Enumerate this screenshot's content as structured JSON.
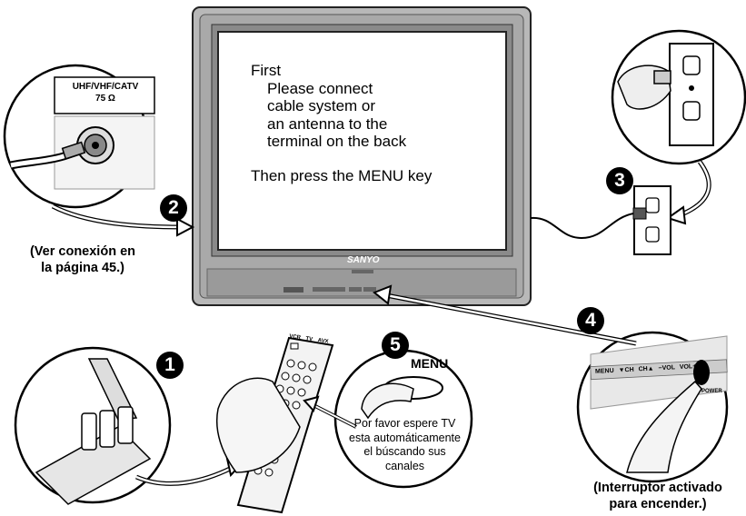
{
  "screen": {
    "line1": "First",
    "line2": "Please connect",
    "line3": "cable system or",
    "line4": "an antenna to the",
    "line5": "terminal on the back",
    "line6": "Then press the MENU key"
  },
  "tv": {
    "brand": "SANYO"
  },
  "antenna": {
    "label": "UHF/VHF/CATV",
    "impedance": "75 Ω"
  },
  "captions": {
    "antenna_note": [
      "(Ver conexión en",
      "la página 45.)"
    ],
    "power_note": [
      "(Interruptor activado",
      "para encender.)"
    ]
  },
  "steps": [
    "1",
    "2",
    "3",
    "4",
    "5"
  ],
  "menu_bubble": {
    "key": "MENU",
    "text": [
      "Por favor espere TV",
      "esta automáticamente",
      "el búscando sus",
      "canales"
    ]
  },
  "tv_panel": {
    "menu": "MENU",
    "ch_down": "▼CH",
    "ch_up": "CH▲",
    "vol_down": "−VOL",
    "vol_up": "VOL+",
    "power": "POWER"
  },
  "remote_labels": {
    "vcr": "VCR",
    "tv": "TV",
    "avx": "AVX"
  }
}
